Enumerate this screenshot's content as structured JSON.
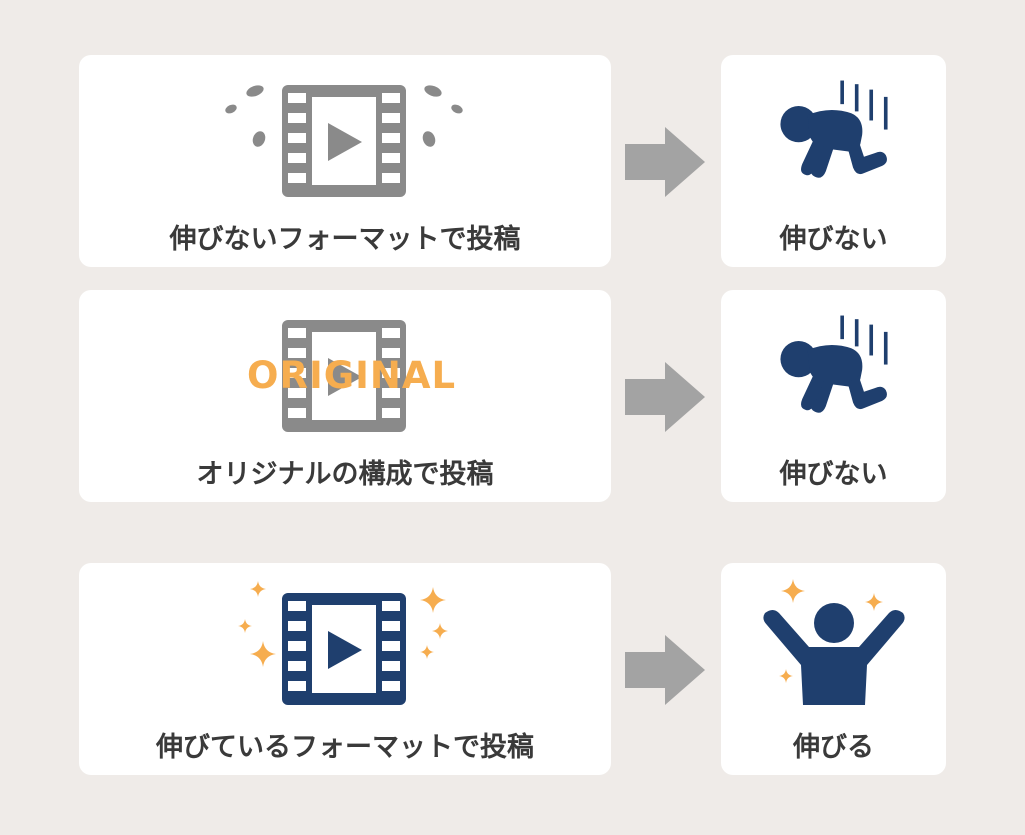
{
  "colors": {
    "background": "#efebe8",
    "card": "#ffffff",
    "text": "#3a3a3a",
    "gray_film": "#8a8a8a",
    "navy": "#1f3f6e",
    "accent_orange": "#f6ad4f",
    "arrow": "#a3a3a3"
  },
  "rows": [
    {
      "left_label": "伸びないフォーマットで投稿",
      "left_icon": "crying-film-icon",
      "right_label": "伸びない",
      "right_icon": "crawling-person-icon"
    },
    {
      "left_label": "オリジナルの構成で投稿",
      "left_icon": "original-film-icon",
      "overlay_text": "ORIGINAL",
      "right_label": "伸びない",
      "right_icon": "crawling-person-icon"
    },
    {
      "left_label": "伸びているフォーマットで投稿",
      "left_icon": "sparkle-film-icon",
      "right_label": "伸びる",
      "right_icon": "cheering-person-icon"
    }
  ]
}
